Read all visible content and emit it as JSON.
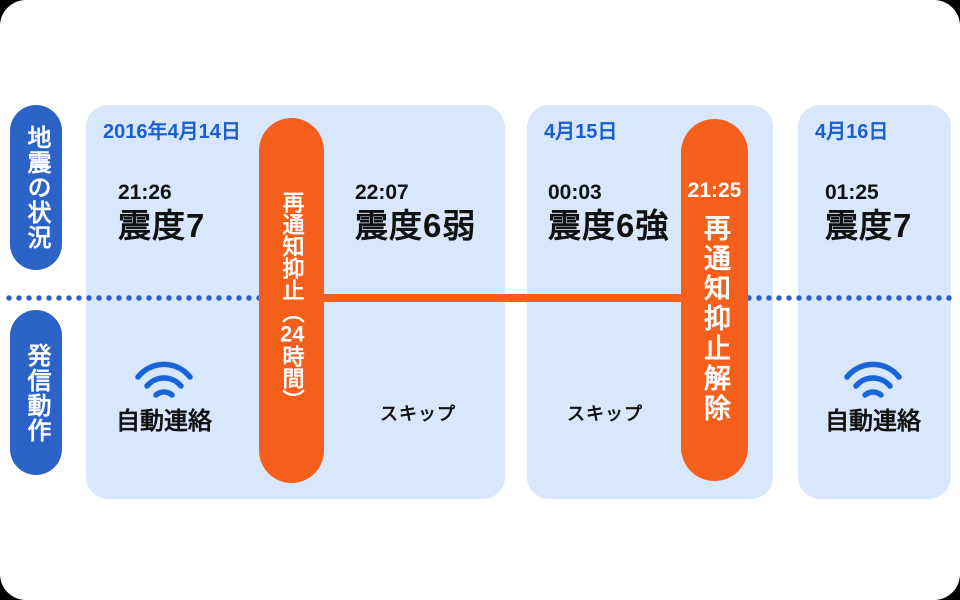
{
  "colors": {
    "background": "#ffffff",
    "outer": "#000000",
    "panel_bg": "#D8E7FC",
    "side_pill_bg": "#2B63C6",
    "accent_orange": "#F55F1C",
    "date_text_blue": "#1A5ED1",
    "wifi_blue": "#1A64D9",
    "dots_blue": "#2A5FCC",
    "text_black": "#111111"
  },
  "side_labels": {
    "status": "地震の状況",
    "action": "発信動作"
  },
  "panels": [
    {
      "date": "2016年4月14日"
    },
    {
      "date": "4月15日"
    },
    {
      "date": "4月16日"
    }
  ],
  "events": [
    {
      "time": "21:26",
      "intensity": "震度7"
    },
    {
      "time": "22:07",
      "intensity": "震度6弱"
    },
    {
      "time": "00:03",
      "intensity": "震度6強"
    },
    {
      "time": "01:25",
      "intensity": "震度7"
    }
  ],
  "suppression_start": {
    "label_head": "再通知抑止（",
    "label_tcy": "24",
    "label_tail": "時間）"
  },
  "suppression_end": {
    "time": "21:25",
    "label": "再通知抑止解除"
  },
  "actions": {
    "auto_contact_1": "自動連絡",
    "auto_contact_2": "自動連絡",
    "skip_1": "スキップ",
    "skip_2": "スキップ"
  },
  "icons": {
    "auto_contact": "wifi-icon"
  }
}
